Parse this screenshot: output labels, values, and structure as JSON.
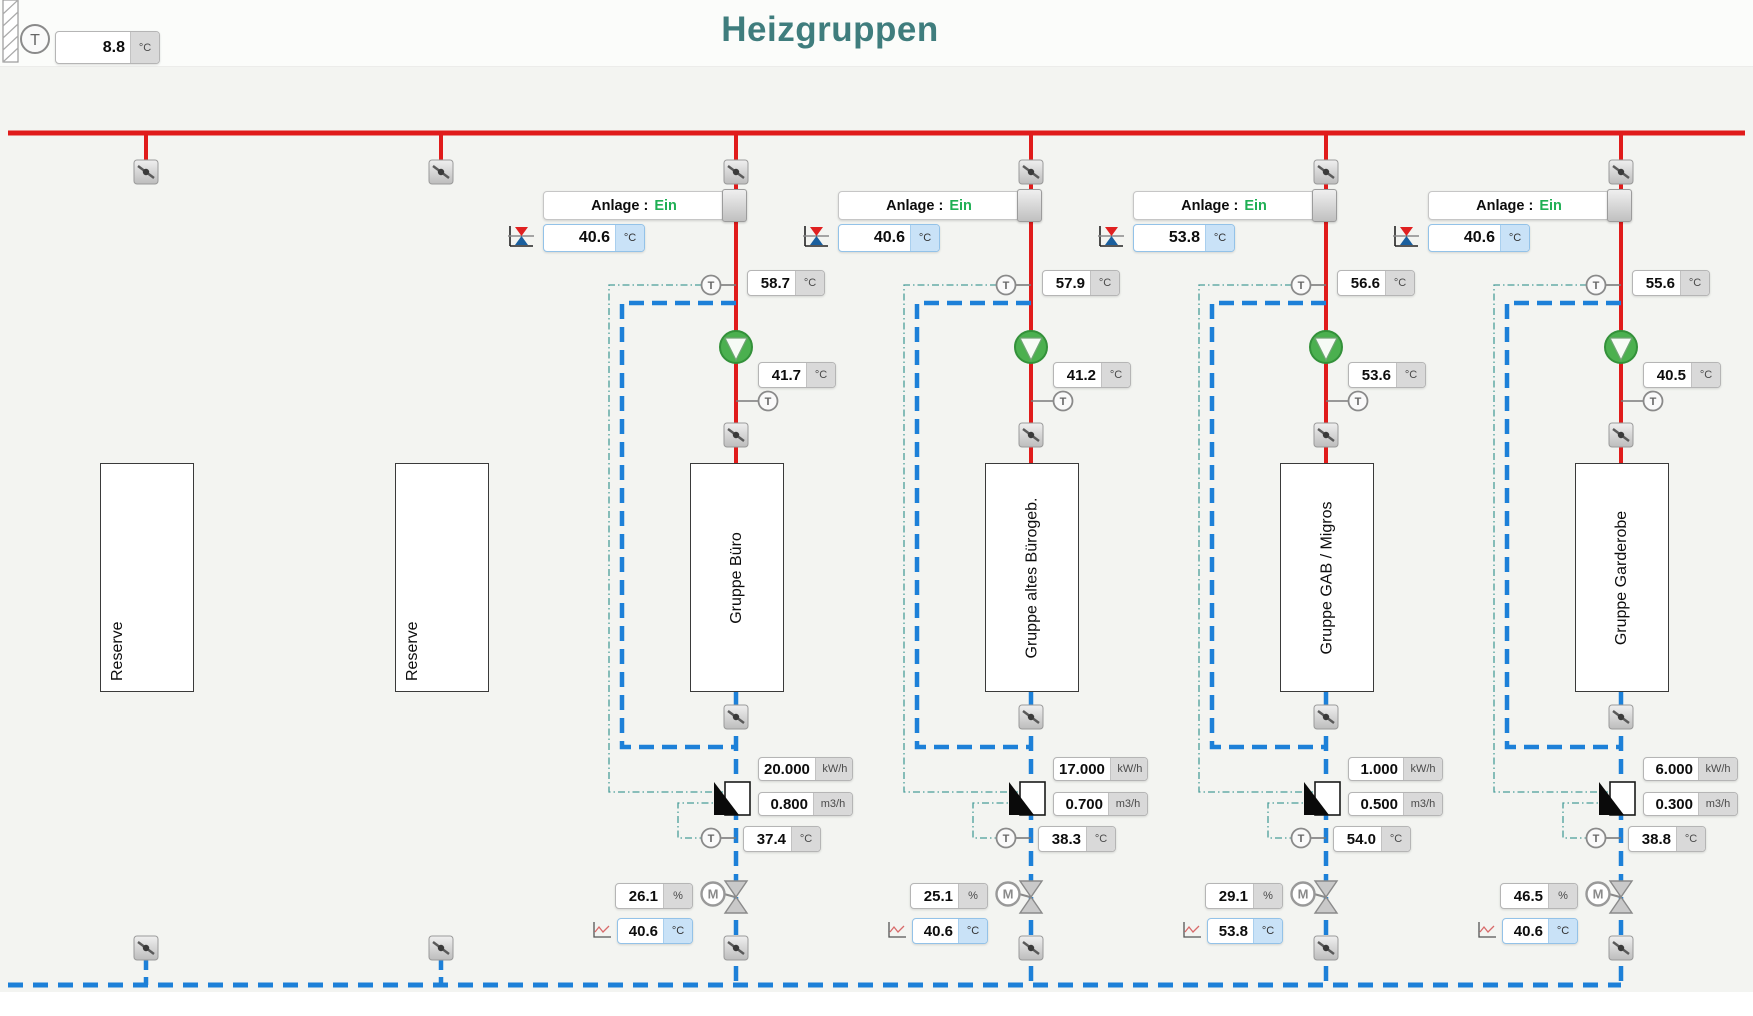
{
  "header": {
    "title": "Heizgruppen"
  },
  "outdoor_sensor": {
    "value": "8.8",
    "unit": "°C"
  },
  "anlage": {
    "label": "Anlage :"
  },
  "units": {
    "temperature": "°C",
    "power": "kW/h",
    "flow": "m3/h",
    "percent": "%"
  },
  "reserves": [
    {
      "label": "Reserve"
    },
    {
      "label": "Reserve"
    }
  ],
  "groups": [
    {
      "name": "Gruppe Büro",
      "anlage_state": "Ein",
      "setpoint_temp": "40.6",
      "supply_temp": "58.7",
      "mixed_temp": "41.7",
      "energy_power": "20.000",
      "flow_rate": "0.800",
      "return_temp": "37.4",
      "valve_position": "26.1",
      "return_setpoint_temp": "40.6"
    },
    {
      "name": "Gruppe altes Bürogeb.",
      "anlage_state": "Ein",
      "setpoint_temp": "40.6",
      "supply_temp": "57.9",
      "mixed_temp": "41.2",
      "energy_power": "17.000",
      "flow_rate": "0.700",
      "return_temp": "38.3",
      "valve_position": "25.1",
      "return_setpoint_temp": "40.6"
    },
    {
      "name": "Gruppe GAB / Migros",
      "anlage_state": "Ein",
      "setpoint_temp": "53.8",
      "supply_temp": "56.6",
      "mixed_temp": "53.6",
      "energy_power": "1.000",
      "flow_rate": "0.500",
      "return_temp": "54.0",
      "valve_position": "29.1",
      "return_setpoint_temp": "53.8"
    },
    {
      "name": "Gruppe Garderobe",
      "anlage_state": "Ein",
      "setpoint_temp": "40.6",
      "supply_temp": "55.6",
      "mixed_temp": "40.5",
      "energy_power": "6.000",
      "flow_rate": "0.300",
      "return_temp": "38.8",
      "valve_position": "46.5",
      "return_setpoint_temp": "40.6"
    }
  ],
  "colors": {
    "supply_pipe_red": "#e01b1b",
    "return_pipe_blue": "#1d80d8",
    "signal_wire_teal": "#4a9e9a",
    "pump_green": "#4bb04f",
    "state_on_green": "#1faf54",
    "title_teal": "#3f7d7d"
  }
}
